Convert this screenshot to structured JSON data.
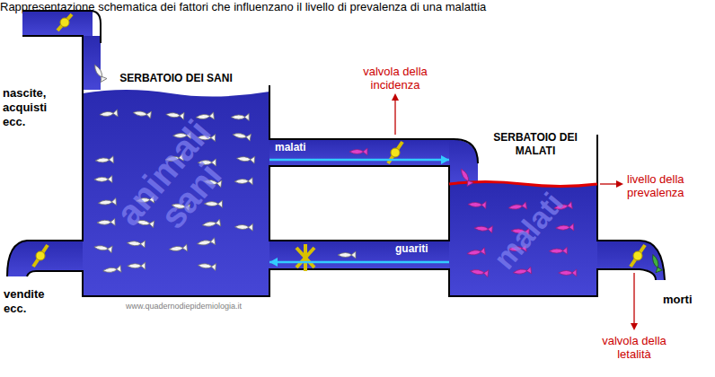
{
  "diagram": {
    "title": "Rappresentazione schematica dei fattori che influenzano il livello di prevalenza di una malattia",
    "nodes": [
      {
        "text": [
          "SERBATOIO DEI SANI",
          "animali sani"
        ]
      },
      {
        "text": [
          "SERBATOIO DEI MALATI",
          "malati"
        ]
      }
    ],
    "edges": [
      {
        "from": 0,
        "to": 1,
        "label": "malati",
        "arrow": "to"
      },
      {
        "from": 1,
        "to": 0,
        "label": "guariti",
        "arrow": "to"
      }
    ],
    "labels": [
      "nascite, acquisti ecc.",
      "vendite ecc.",
      "valvola della incidenza",
      "livello della prevalenza",
      "morti",
      "valvola della letalità",
      "www.quadernodiepidemiologia.it"
    ]
  }
}
